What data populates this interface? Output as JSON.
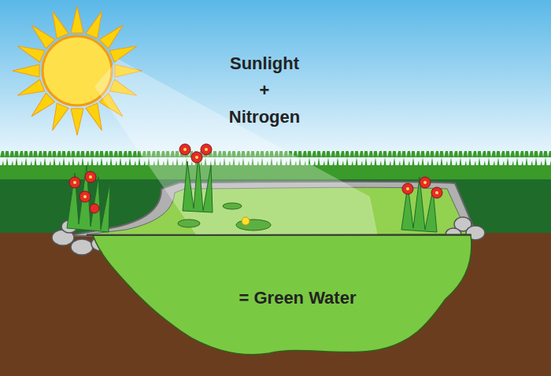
{
  "diagram": {
    "nodes": [
      {
        "text": [
          "= Green Water"
        ]
      }
    ],
    "labels": [
      "Sunlight",
      "+",
      "Nitrogen"
    ]
  }
}
